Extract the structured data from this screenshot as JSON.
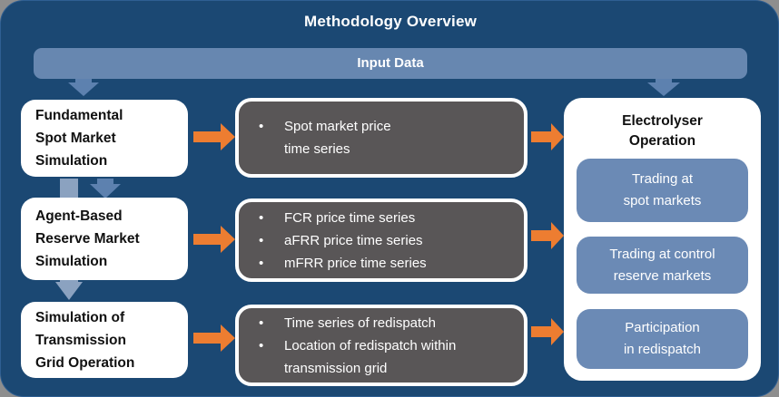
{
  "colors": {
    "page_outer": "#8e8e8e",
    "panel_navy": "#1b4873",
    "steel_blue": "#6787b0",
    "subbox_blue": "#6b8ab5",
    "connector_blue": "#5d81af",
    "connector_faded_blue": "#8ba2c0",
    "output_gray": "#595657",
    "arrow_orange": "#ed7d31",
    "text_white": "#ffffff",
    "text_black": "#111111"
  },
  "glyphs": {
    "bullet": "•"
  },
  "header": {
    "title": "Methodology Overview"
  },
  "input_bar": {
    "label": "Input Data"
  },
  "process_boxes": [
    {
      "title": "Fundamental\nSpot Market\nSimulation"
    },
    {
      "title": "Agent-Based\nReserve Market\nSimulation"
    },
    {
      "title": "Simulation of\nTransmission\nGrid Operation"
    }
  ],
  "output_boxes": [
    {
      "bullets": [
        "Spot market price\ntime series"
      ]
    },
    {
      "bullets": [
        "FCR price time series",
        "aFRR price time series",
        "mFRR price time series"
      ]
    },
    {
      "bullets": [
        "Time series of redispatch",
        "Location of redispatch within\ntransmission grid"
      ]
    }
  ],
  "electrolyser_panel": {
    "title": "Electrolyser\nOperation",
    "items": [
      "Trading at\nspot markets",
      "Trading at control\nreserve markets",
      "Participation\nin redispatch"
    ]
  }
}
